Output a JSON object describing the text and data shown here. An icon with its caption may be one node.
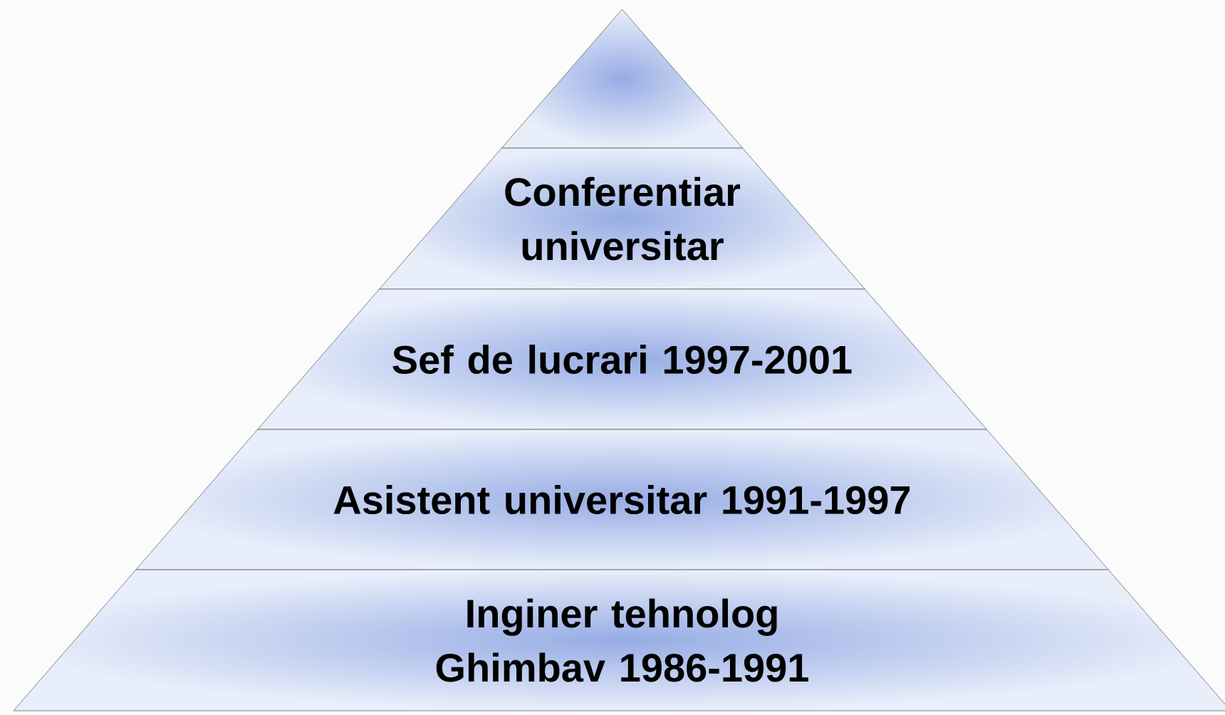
{
  "diagram": {
    "nodes": [
      {
        "text": [],
        "shape": "triangle"
      },
      {
        "text": [
          "Conferentiar universitar"
        ]
      },
      {
        "text": [
          "Sef de lucrari 1997-2001"
        ]
      },
      {
        "text": [
          "Asistent universitar 1991-1997"
        ]
      },
      {
        "text": [
          "Inginer tehnolog Ghimbav 1986-1991"
        ]
      }
    ]
  }
}
